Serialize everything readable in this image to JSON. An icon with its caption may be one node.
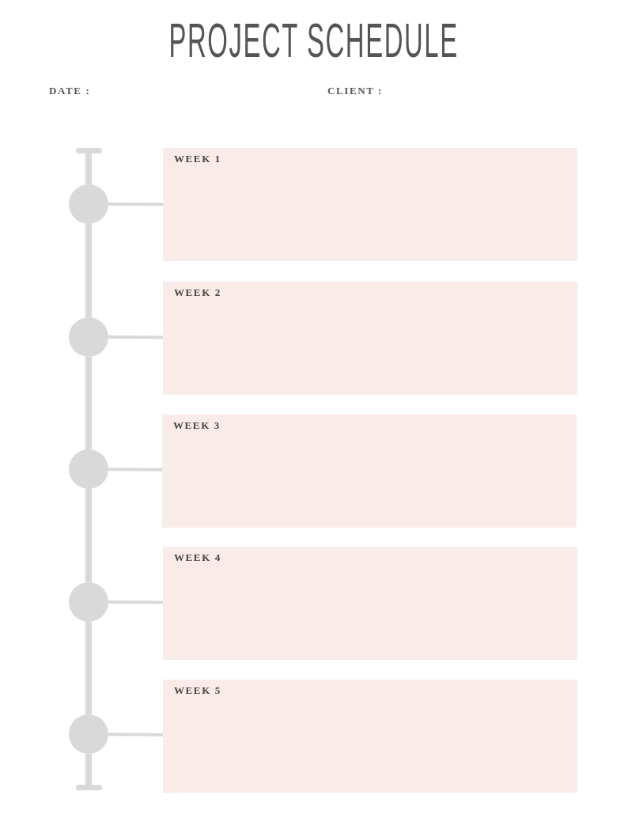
{
  "diagram": {
    "title": "PROJECT SCHEDULE",
    "nodes": [
      {
        "text": [],
        "shape": "circle"
      },
      {
        "text": [
          "WEEK 1"
        ]
      },
      {
        "text": [],
        "shape": "circle"
      },
      {
        "text": [
          "WEEK 2"
        ]
      },
      {
        "text": [],
        "shape": "circle"
      },
      {
        "text": [
          "WEEK 3"
        ]
      },
      {
        "text": [],
        "shape": "circle"
      },
      {
        "text": [
          "WEEK 4"
        ]
      },
      {
        "text": [],
        "shape": "circle"
      },
      {
        "text": [
          "WEEK 5"
        ]
      }
    ],
    "edges": [
      {
        "from": 0,
        "to": 1,
        "arrow": "none"
      },
      {
        "from": 0,
        "to": 2,
        "arrow": "none",
        "style": "thick"
      },
      {
        "from": 2,
        "to": 3,
        "arrow": "none"
      },
      {
        "from": 2,
        "to": 4,
        "arrow": "none",
        "style": "thick"
      },
      {
        "from": 4,
        "to": 5,
        "arrow": "none"
      },
      {
        "from": 4,
        "to": 6,
        "arrow": "none",
        "style": "thick"
      },
      {
        "from": 6,
        "to": 7,
        "arrow": "none"
      },
      {
        "from": 6,
        "to": 8,
        "arrow": "none",
        "style": "thick"
      },
      {
        "from": 8,
        "to": 9,
        "arrow": "none"
      }
    ],
    "labels": [
      "DATE :",
      "CLIENT :"
    ]
  }
}
